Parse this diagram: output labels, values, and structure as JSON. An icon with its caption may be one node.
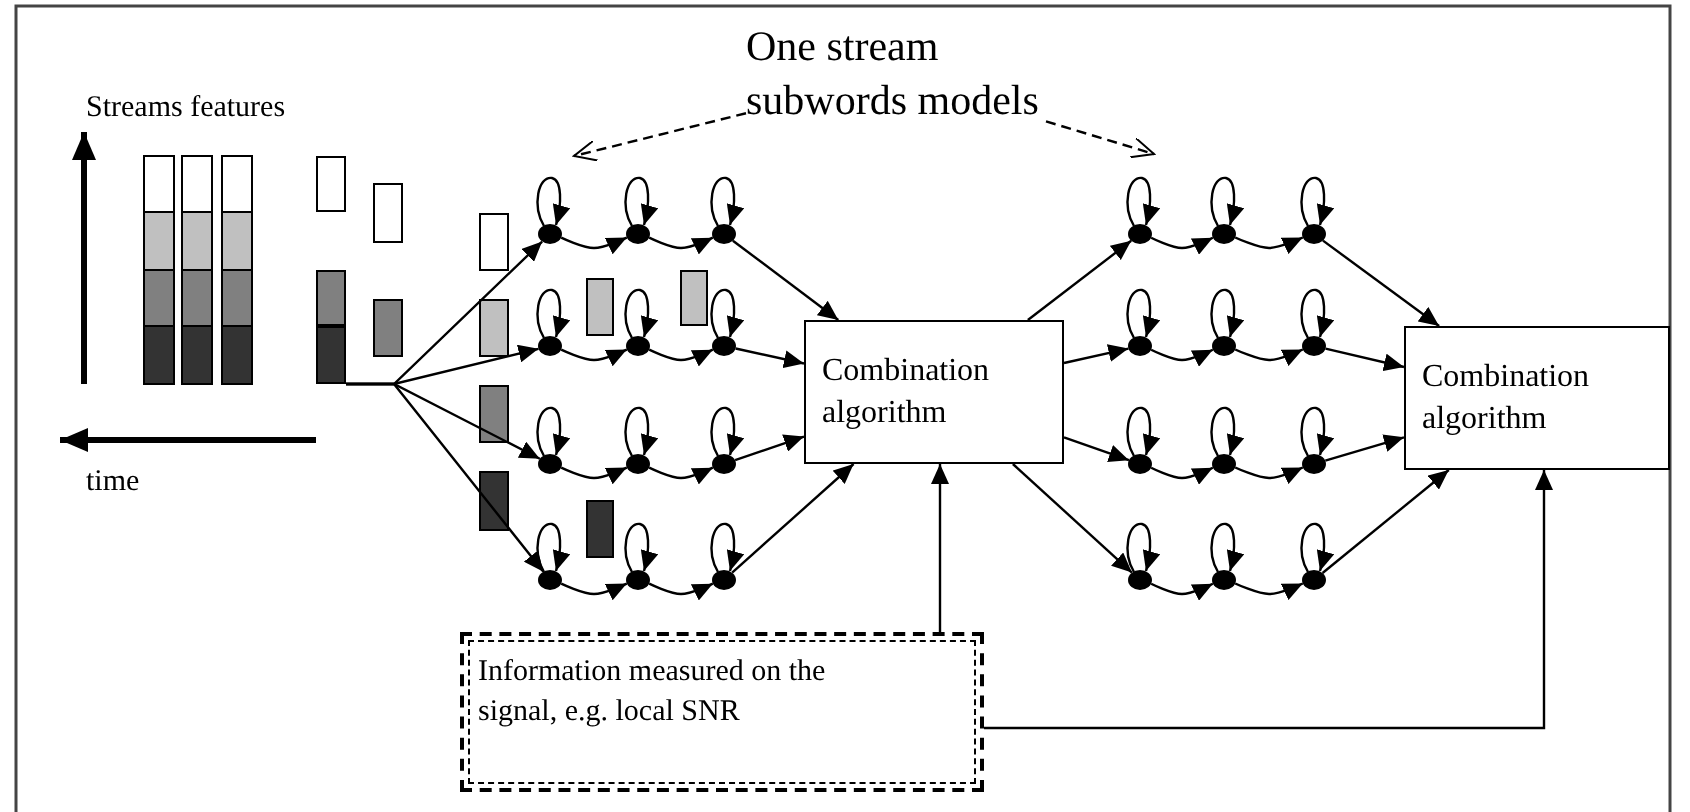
{
  "diagram": {
    "nodes": [
      {
        "text": [
          "One stream subwords models"
        ]
      },
      {
        "text": [
          "Combination algorithm"
        ]
      },
      {
        "text": [
          "Combination algorithm"
        ]
      },
      {
        "text": [
          "Information measured on the signal, e.g. local SNR"
        ]
      },
      {
        "text": [],
        "shape": "bar"
      },
      {
        "text": [],
        "shape": "circle"
      },
      {
        "text": [],
        "shape": "circle"
      },
      {
        "text": [],
        "shape": "circle"
      },
      {
        "text": [],
        "shape": "circle"
      },
      {
        "text": [],
        "shape": "circle"
      },
      {
        "text": [],
        "shape": "circle"
      },
      {
        "text": [],
        "shape": "circle"
      },
      {
        "text": [],
        "shape": "circle"
      },
      {
        "text": [],
        "shape": "circle"
      },
      {
        "text": [],
        "shape": "circle"
      },
      {
        "text": [],
        "shape": "circle"
      },
      {
        "text": [],
        "shape": "circle"
      },
      {
        "text": [],
        "shape": "circle"
      },
      {
        "text": [],
        "shape": "circle"
      },
      {
        "text": [],
        "shape": "circle"
      },
      {
        "text": [],
        "shape": "circle"
      },
      {
        "text": [],
        "shape": "circle"
      },
      {
        "text": [],
        "shape": "circle"
      },
      {
        "text": [],
        "shape": "circle"
      },
      {
        "text": [],
        "shape": "circle"
      },
      {
        "text": [],
        "shape": "circle"
      },
      {
        "text": [],
        "shape": "circle"
      },
      {
        "text": [],
        "shape": "circle"
      },
      {
        "text": [],
        "shape": "circle"
      },
      {
        "text": [],
        "shape": "box"
      },
      {
        "text": [],
        "shape": "box"
      },
      {
        "text": [],
        "shape": "box"
      }
    ],
    "edges": [
      {
        "from": 0,
        "to": null,
        "arrow": "to",
        "style": "dashed"
      },
      {
        "from": 0,
        "to": null,
        "arrow": "to",
        "style": "dashed"
      },
      {
        "from": 4,
        "to": 5,
        "arrow": "to"
      },
      {
        "from": 5,
        "to": 6,
        "arrow": "to"
      },
      {
        "from": 6,
        "to": 7,
        "arrow": "to"
      },
      {
        "from": 5,
        "to": 5,
        "arrow": "to"
      },
      {
        "from": 6,
        "to": 6,
        "arrow": "to"
      },
      {
        "from": 7,
        "to": 7,
        "arrow": "to"
      },
      {
        "from": 7,
        "to": 1,
        "arrow": "to"
      },
      {
        "from": 4,
        "to": 8,
        "arrow": "to"
      },
      {
        "from": 8,
        "to": 9,
        "arrow": "to"
      },
      {
        "from": 9,
        "to": 10,
        "arrow": "to"
      },
      {
        "from": 8,
        "to": 8,
        "arrow": "to"
      },
      {
        "from": 9,
        "to": 9,
        "arrow": "to"
      },
      {
        "from": 10,
        "to": 10,
        "arrow": "to"
      },
      {
        "from": 10,
        "to": 1,
        "arrow": "to"
      },
      {
        "from": 4,
        "to": 11,
        "arrow": "to"
      },
      {
        "from": 11,
        "to": 12,
        "arrow": "to"
      },
      {
        "from": 12,
        "to": 13,
        "arrow": "to"
      },
      {
        "from": 11,
        "to": 11,
        "arrow": "to"
      },
      {
        "from": 12,
        "to": 12,
        "arrow": "to"
      },
      {
        "from": 13,
        "to": 13,
        "arrow": "to"
      },
      {
        "from": 13,
        "to": 1,
        "arrow": "to"
      },
      {
        "from": 4,
        "to": 14,
        "arrow": "to"
      },
      {
        "from": 14,
        "to": 15,
        "arrow": "to"
      },
      {
        "from": 15,
        "to": 16,
        "arrow": "to"
      },
      {
        "from": 14,
        "to": 14,
        "arrow": "to"
      },
      {
        "from": 15,
        "to": 15,
        "arrow": "to"
      },
      {
        "from": 16,
        "to": 16,
        "arrow": "to"
      },
      {
        "from": 16,
        "to": 1,
        "arrow": "to"
      },
      {
        "from": 1,
        "to": 17,
        "arrow": "to"
      },
      {
        "from": 17,
        "to": 18,
        "arrow": "to"
      },
      {
        "from": 18,
        "to": 19,
        "arrow": "to"
      },
      {
        "from": 17,
        "to": 17,
        "arrow": "to"
      },
      {
        "from": 18,
        "to": 18,
        "arrow": "to"
      },
      {
        "from": 19,
        "to": 19,
        "arrow": "to"
      },
      {
        "from": 19,
        "to": 2,
        "arrow": "to"
      },
      {
        "from": 1,
        "to": 20,
        "arrow": "to"
      },
      {
        "from": 20,
        "to": 21,
        "arrow": "to"
      },
      {
        "from": 21,
        "to": 22,
        "arrow": "to"
      },
      {
        "from": 20,
        "to": 20,
        "arrow": "to"
      },
      {
        "from": 21,
        "to": 21,
        "arrow": "to"
      },
      {
        "from": 22,
        "to": 22,
        "arrow": "to"
      },
      {
        "from": 22,
        "to": 2,
        "arrow": "to"
      },
      {
        "from": 1,
        "to": 23,
        "arrow": "to"
      },
      {
        "from": 23,
        "to": 24,
        "arrow": "to"
      },
      {
        "from": 24,
        "to": 25,
        "arrow": "to"
      },
      {
        "from": 23,
        "to": 23,
        "arrow": "to"
      },
      {
        "from": 24,
        "to": 24,
        "arrow": "to"
      },
      {
        "from": 25,
        "to": 25,
        "arrow": "to"
      },
      {
        "from": 25,
        "to": 2,
        "arrow": "to"
      },
      {
        "from": 1,
        "to": 26,
        "arrow": "to"
      },
      {
        "from": 26,
        "to": 27,
        "arrow": "to"
      },
      {
        "from": 27,
        "to": 28,
        "arrow": "to"
      },
      {
        "from": 26,
        "to": 26,
        "arrow": "to"
      },
      {
        "from": 27,
        "to": 27,
        "arrow": "to"
      },
      {
        "from": 28,
        "to": 28,
        "arrow": "to"
      },
      {
        "from": 28,
        "to": 2,
        "arrow": "to"
      },
      {
        "from": 3,
        "to": 1,
        "arrow": "to"
      },
      {
        "from": 3,
        "to": 2,
        "arrow": "to"
      }
    ],
    "labels": [
      "Streams features",
      "time"
    ]
  }
}
